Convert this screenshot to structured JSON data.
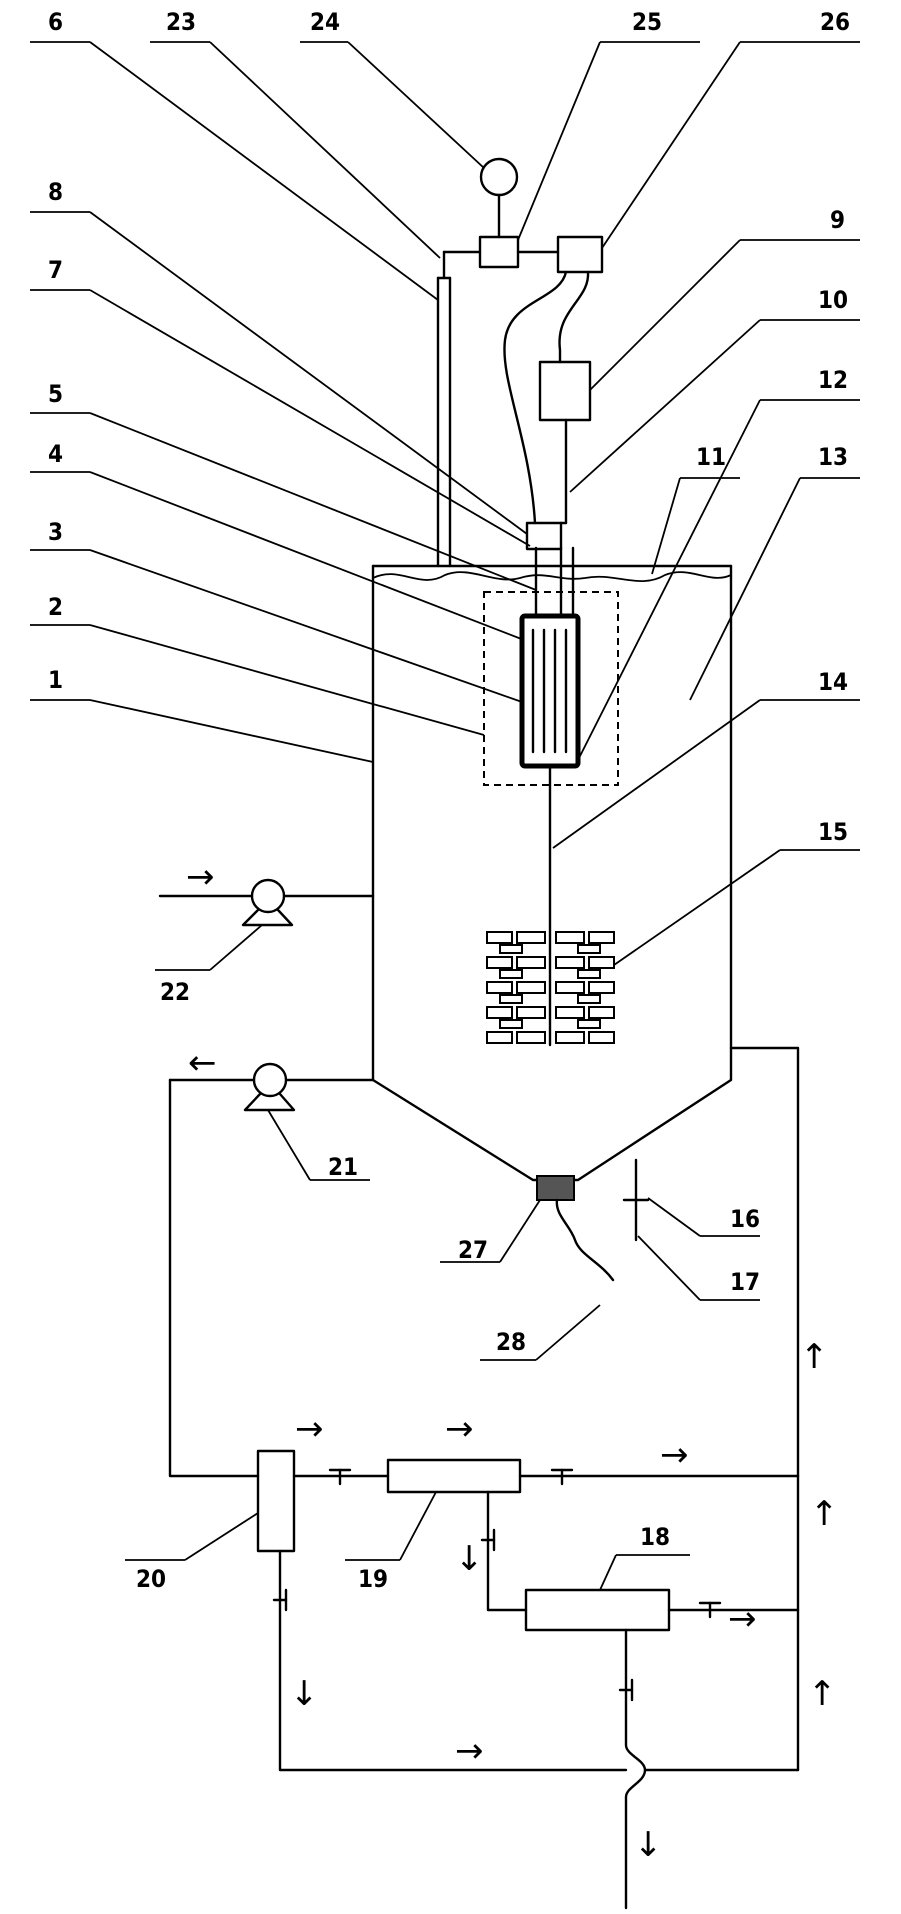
{
  "labels": {
    "l1": "1",
    "l2": "2",
    "l3": "3",
    "l4": "4",
    "l5": "5",
    "l6": "6",
    "l7": "7",
    "l8": "8",
    "l9": "9",
    "l10": "10",
    "l11": "11",
    "l12": "12",
    "l13": "13",
    "l14": "14",
    "l15": "15",
    "l16": "16",
    "l17": "17",
    "l18": "18",
    "l19": "19",
    "l20": "20",
    "l21": "21",
    "l22": "22",
    "l23": "23",
    "l24": "24",
    "l25": "25",
    "l26": "26",
    "l27": "27",
    "l28": "28"
  },
  "arrows": {
    "right": "→",
    "left": "←",
    "up": "↑",
    "down": "↓"
  },
  "colors": {
    "line": "#000000",
    "background": "#ffffff"
  }
}
